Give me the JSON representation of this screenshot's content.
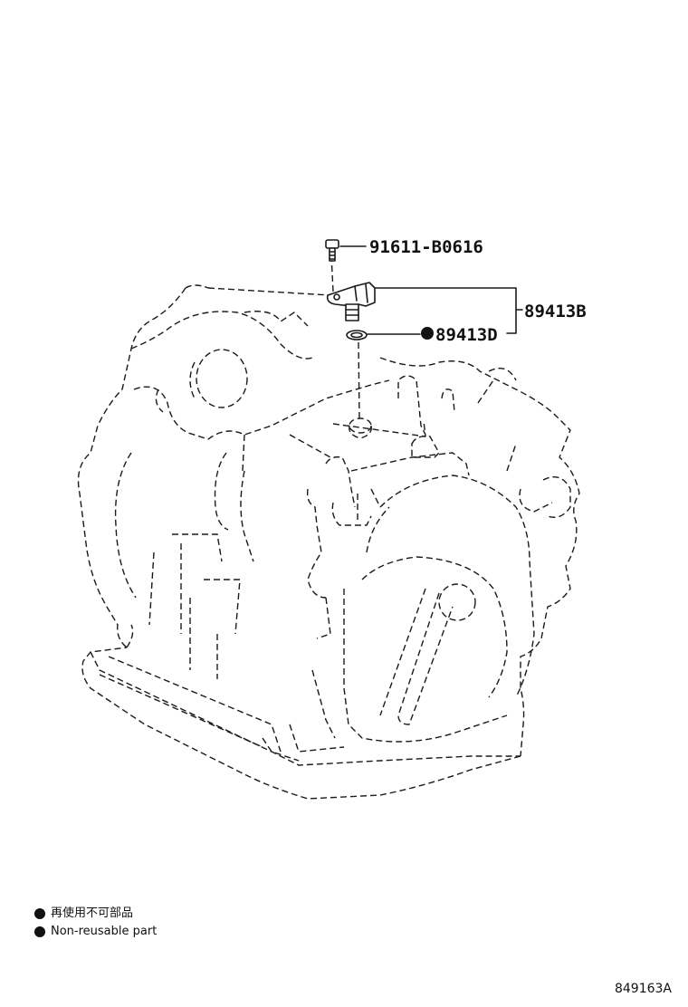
{
  "callouts": {
    "bolt": "91611-B0616",
    "sensor": "89413B",
    "oring": "89413D"
  },
  "legend": {
    "jp": "再使用不可部品",
    "en": "Non-reusable part"
  },
  "figure_id": "849163A"
}
